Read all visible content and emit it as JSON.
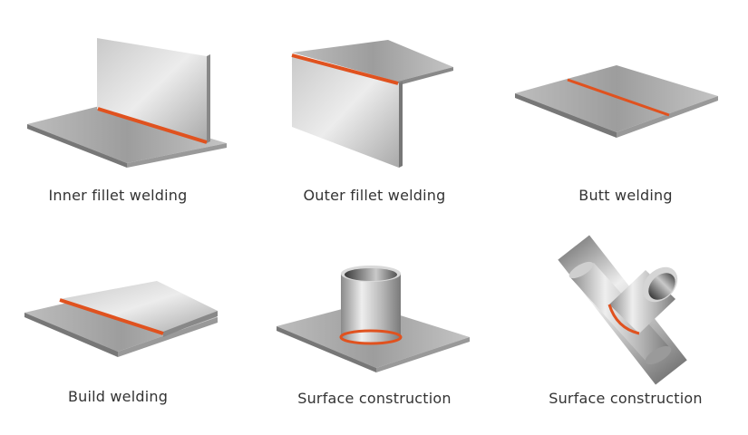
{
  "colors": {
    "weld": "#e0521f",
    "metal_light": "#e4e4e4",
    "metal_dark": "#8e8e8e"
  },
  "items": [
    {
      "label": "Inner fillet welding"
    },
    {
      "label": "Outer fillet welding"
    },
    {
      "label": "Butt welding"
    },
    {
      "label": "Build welding"
    },
    {
      "label": "Surface construction"
    },
    {
      "label": "Surface construction"
    }
  ]
}
